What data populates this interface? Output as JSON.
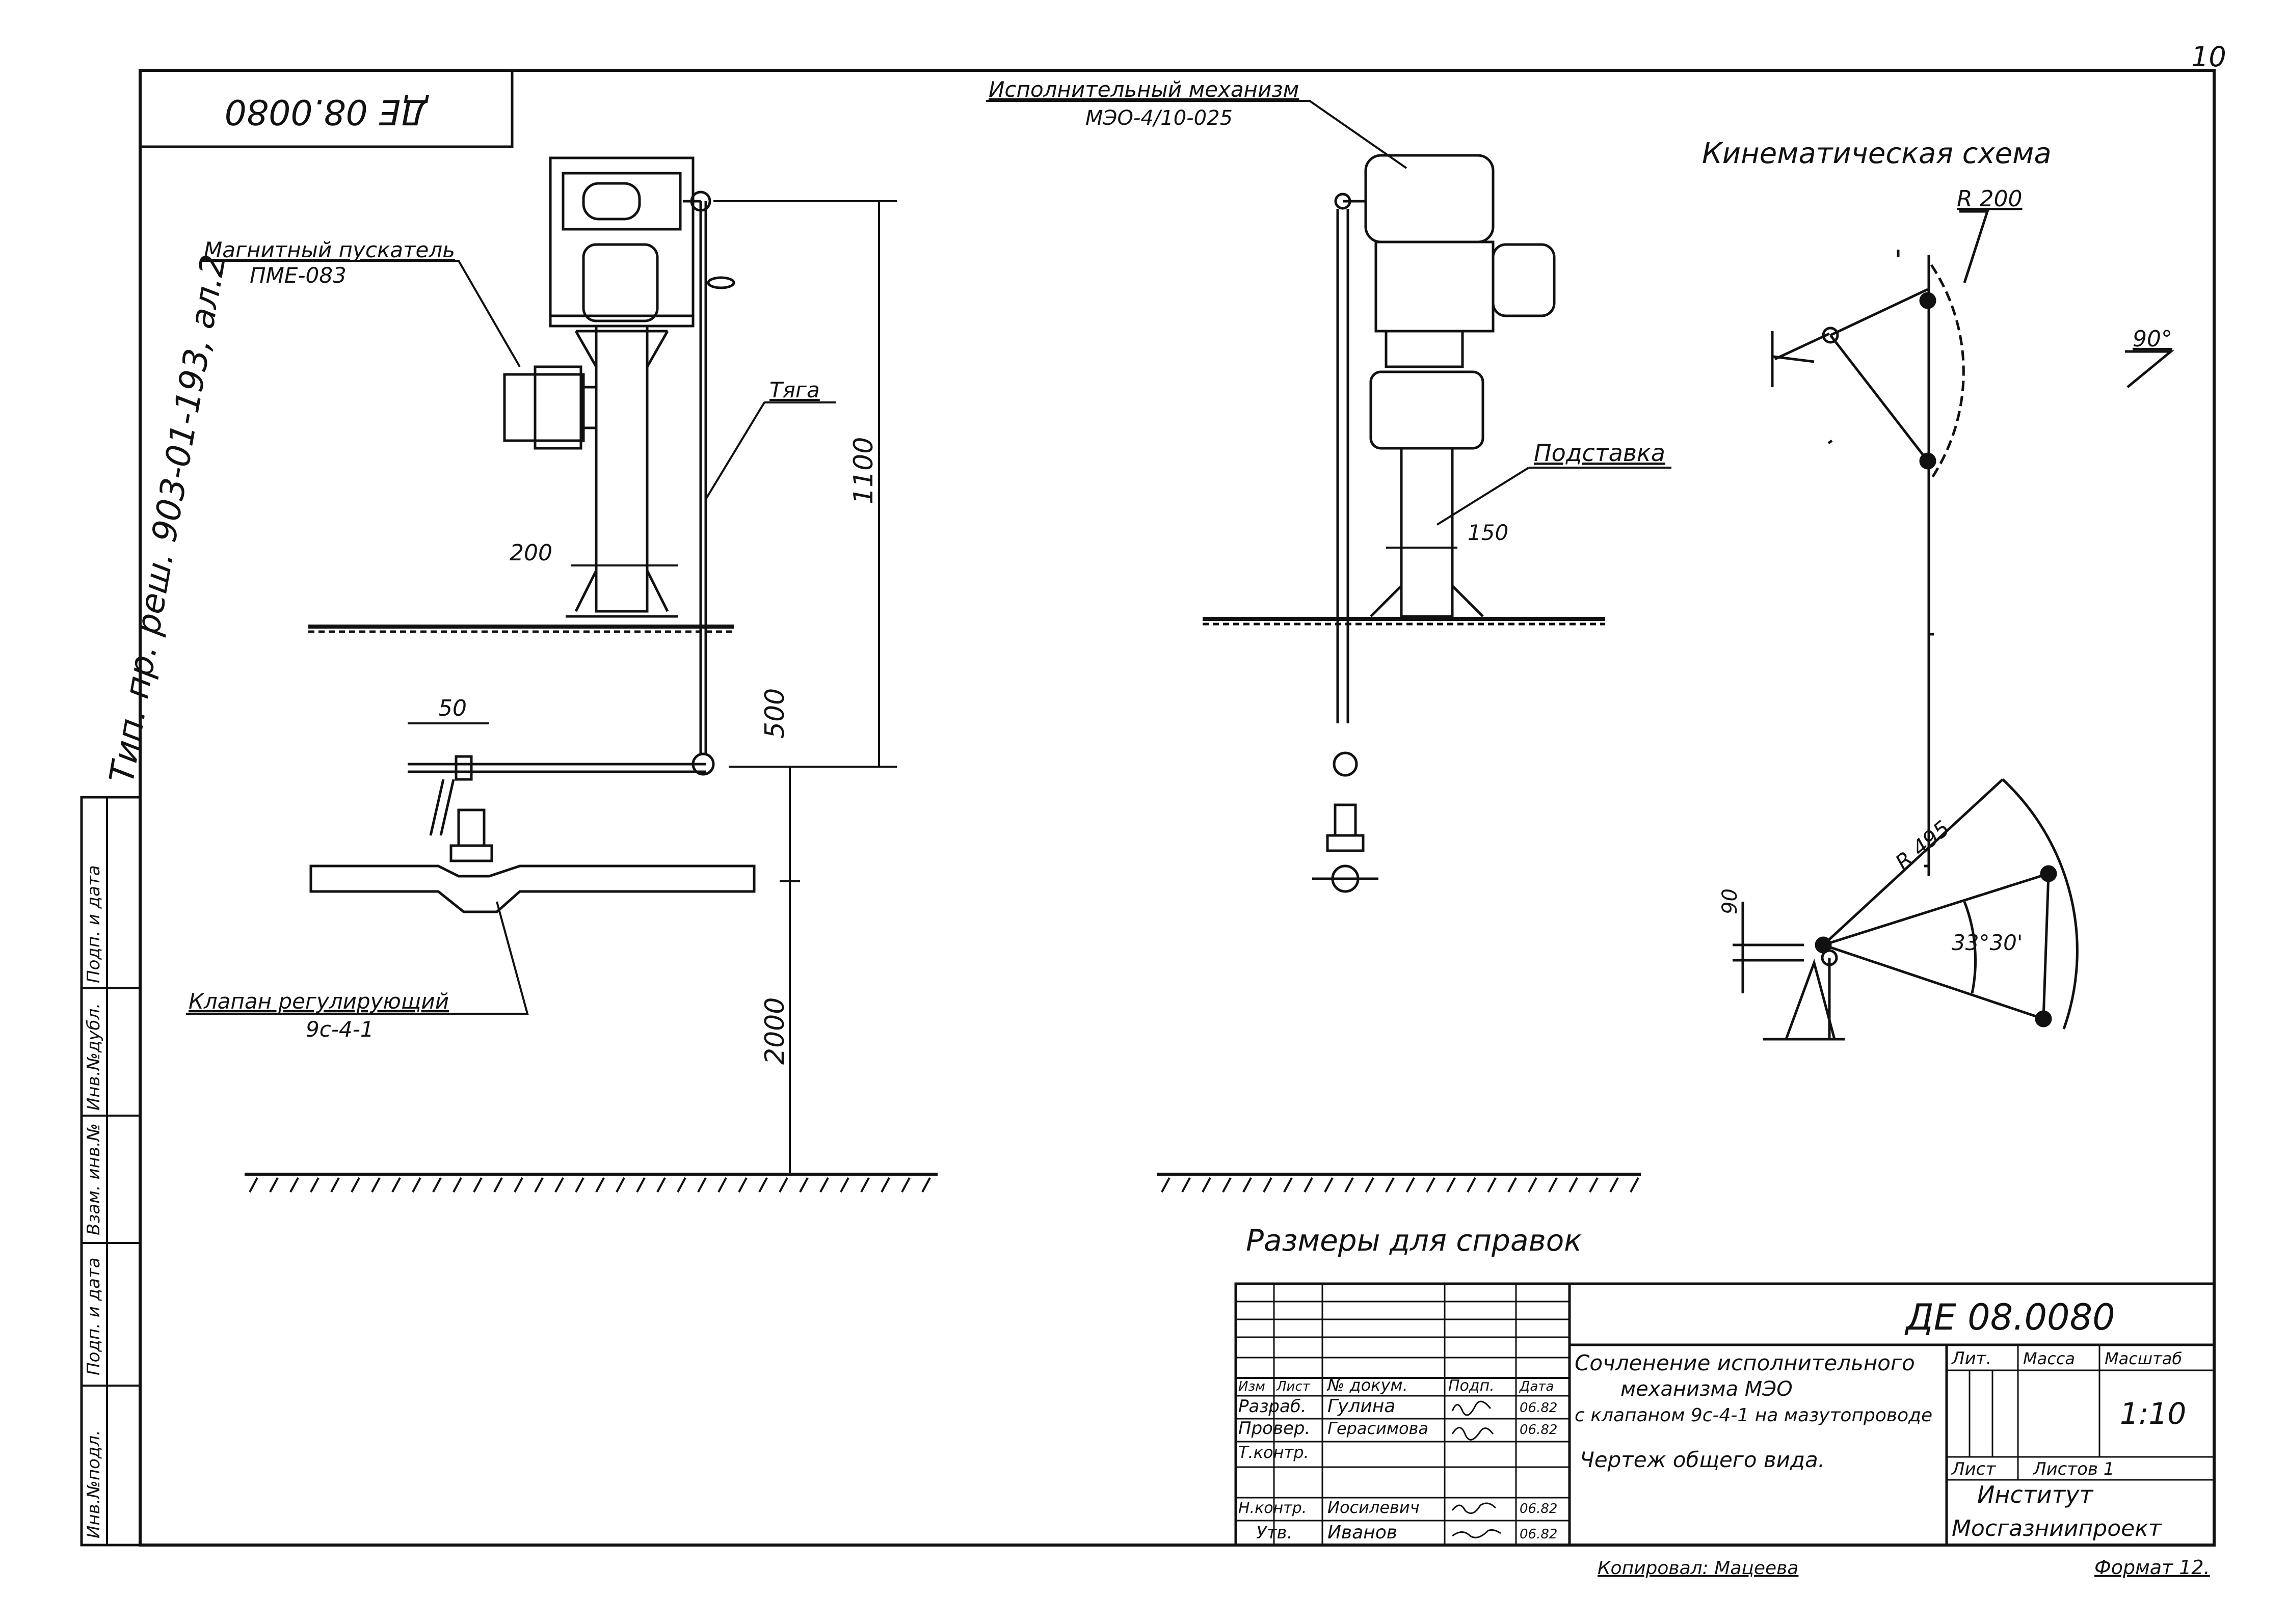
{
  "sheet_number": "10",
  "stamp_code": "ДЕ 08.0080",
  "side_reference": "Тип. пр. реш. 903-01-193, ал.2",
  "left_strip": {
    "cells": [
      "Инв.№подл.",
      "Подп. и дата",
      "Взам. инв.№",
      "Инв.№дубл.",
      "Подп. и дата"
    ]
  },
  "view1": {
    "starter_label": "Магнитный пускатель",
    "starter_code": "ПМЕ-083",
    "rod_label": "Тяга",
    "valve_label": "Клапан регулирующий",
    "valve_code": "9с-4-1",
    "dims": {
      "d200": "200",
      "d1100": "1100",
      "d500": "500",
      "d50": "50",
      "d2000": "2000"
    }
  },
  "view2": {
    "mech_label": "Исполнительный механизм",
    "mech_code": "МЭО-4/10-025",
    "stand_label": "Подставка",
    "dim150": "150"
  },
  "kinematic": {
    "title": "Кинематическая схема",
    "r200": "R 200",
    "angle90": "90°",
    "r495": "R 495",
    "angle3330": "33°30'",
    "dim90": "90"
  },
  "reference_note": "Размеры для справок",
  "title_block": {
    "doc_code": "ДЕ 08.0080",
    "col_headers": [
      "Изм",
      "Лист",
      "№ докум.",
      "Подп.",
      "Дата"
    ],
    "rows": [
      {
        "role": "Разраб.",
        "name": "Гулина",
        "date": "06.82"
      },
      {
        "role": "Провер.",
        "name": "Герасимова",
        "date": "06.82"
      },
      {
        "role": "Т.контр.",
        "name": "",
        "date": ""
      },
      {
        "role": "",
        "name": "",
        "date": ""
      },
      {
        "role": "Н.контр.",
        "name": "Иосилевич",
        "date": "06.82"
      },
      {
        "role": "Утв.",
        "name": "Иванов",
        "date": "06.82"
      }
    ],
    "title_line1": "Сочленение исполнительного",
    "title_line2": "механизма МЭО",
    "title_line3": "с клапаном 9с-4-1 на мазутопроводе",
    "title_line4": "Чертеж общего вида.",
    "lit_label": "Лит.",
    "mass_label": "Масса",
    "scale_label": "Масштаб",
    "scale_value": "1:10",
    "sheet_label": "Лист",
    "sheets_label": "Листов 1",
    "org_line1": "Институт",
    "org_line2": "Мосгазниипроект"
  },
  "footer": {
    "copied_by": "Копировал: Мацеева",
    "format": "Формат 12."
  }
}
